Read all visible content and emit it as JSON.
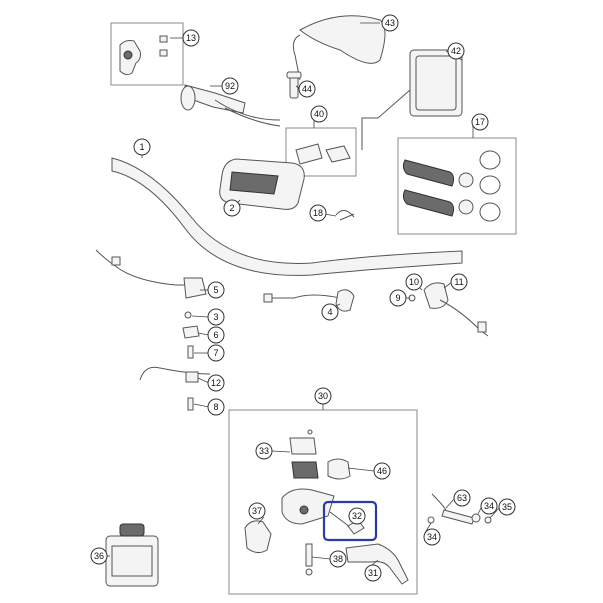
{
  "diagram": {
    "callouts": [
      {
        "id": "c13",
        "label": "13"
      },
      {
        "id": "c43",
        "label": "43"
      },
      {
        "id": "c92",
        "label": "92"
      },
      {
        "id": "c44",
        "label": "44"
      },
      {
        "id": "c42",
        "label": "42"
      },
      {
        "id": "c40",
        "label": "40"
      },
      {
        "id": "c17",
        "label": "17"
      },
      {
        "id": "c1",
        "label": "1"
      },
      {
        "id": "c2",
        "label": "2"
      },
      {
        "id": "c18",
        "label": "18"
      },
      {
        "id": "c10",
        "label": "10"
      },
      {
        "id": "c11",
        "label": "11"
      },
      {
        "id": "c9",
        "label": "9"
      },
      {
        "id": "c5",
        "label": "5"
      },
      {
        "id": "c4",
        "label": "4"
      },
      {
        "id": "c3",
        "label": "3"
      },
      {
        "id": "c6",
        "label": "6"
      },
      {
        "id": "c7",
        "label": "7"
      },
      {
        "id": "c12",
        "label": "12"
      },
      {
        "id": "c8",
        "label": "8"
      },
      {
        "id": "c30",
        "label": "30"
      },
      {
        "id": "c33",
        "label": "33"
      },
      {
        "id": "c46",
        "label": "46"
      },
      {
        "id": "c63",
        "label": "63"
      },
      {
        "id": "c34a",
        "label": "34"
      },
      {
        "id": "c35",
        "label": "35"
      },
      {
        "id": "c34b",
        "label": "34"
      },
      {
        "id": "c37",
        "label": "37"
      },
      {
        "id": "c32",
        "label": "32"
      },
      {
        "id": "c38",
        "label": "38"
      },
      {
        "id": "c31",
        "label": "31"
      },
      {
        "id": "c36",
        "label": "36"
      }
    ],
    "highlight_color": "#2b3aa8"
  }
}
